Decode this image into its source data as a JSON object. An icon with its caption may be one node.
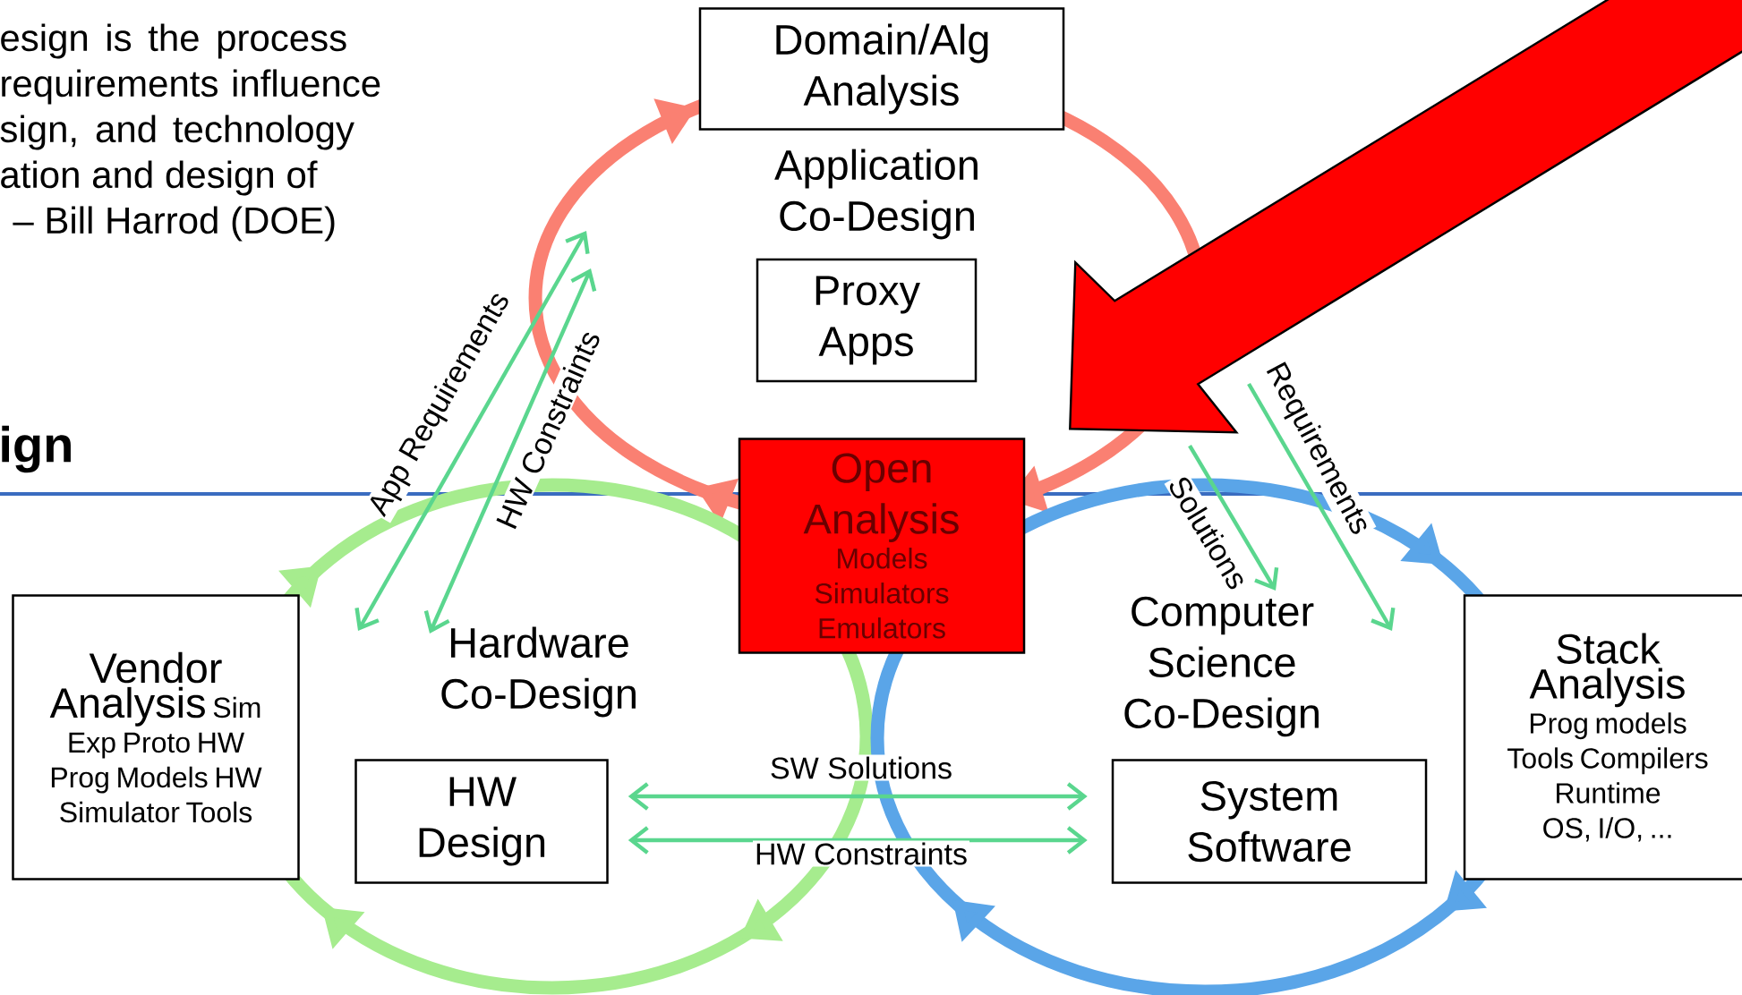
{
  "diagram": {
    "nodes": [
      {
        "text": [
          "Domain/Alg Analysis"
        ]
      },
      {
        "text": [
          "Application Co-Design"
        ]
      },
      {
        "text": [
          "Proxy Apps"
        ],
        "in": 1
      },
      {
        "text": [
          "Open Analysis",
          "Models Simulators Emulators"
        ]
      },
      {
        "text": [
          "Vendor Analysis",
          "Sim Exp Proto HW Prog Models HW Simulator Tools"
        ]
      },
      {
        "text": [
          "Hardware Co-Design"
        ]
      },
      {
        "text": [
          "Computer Science Co-Design"
        ]
      },
      {
        "text": [
          "Stack Analysis",
          "Prog models Tools Compilers Runtime OS, I/O, ..."
        ]
      },
      {
        "text": [
          "HW Design"
        ],
        "in": 5
      },
      {
        "text": [
          "System Software"
        ],
        "in": 6
      }
    ],
    "edges": [
      {
        "from": 5,
        "to": 1,
        "arrow": "both",
        "label": "App Requirements"
      },
      {
        "from": 5,
        "to": 1,
        "arrow": "both",
        "label": "HW Constraints"
      },
      {
        "from": 1,
        "to": 6,
        "arrow": "to",
        "label": "Solutions"
      },
      {
        "from": 1,
        "to": 6,
        "arrow": "to",
        "label": "Requirements"
      },
      {
        "from": 8,
        "to": 9,
        "arrow": "both",
        "label": "SW Solutions"
      },
      {
        "from": 8,
        "to": 9,
        "arrow": "both",
        "label": "HW Constraints"
      },
      {
        "from": null,
        "to": 3,
        "arrow": "to",
        "style": "thick",
        "color": "#ff0000"
      }
    ],
    "labels": [
      "esign is the process requirements influence sign, and technology ation and design of",
      "– Bill Harrod (DOE)",
      "ign"
    ]
  }
}
